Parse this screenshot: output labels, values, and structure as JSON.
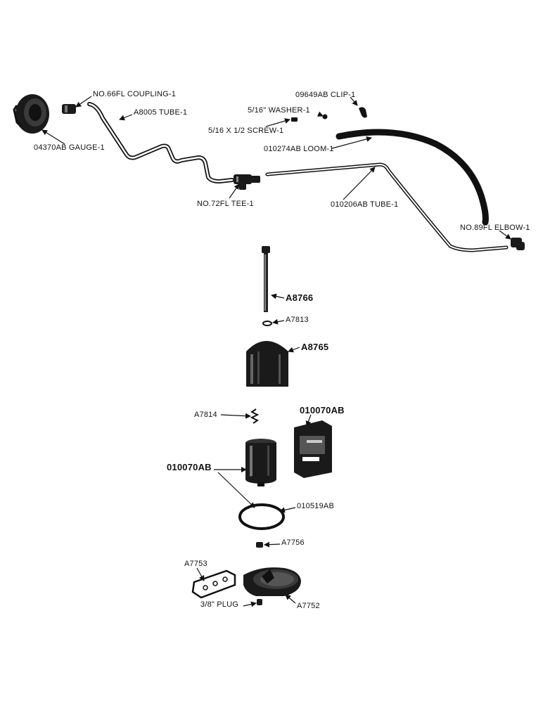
{
  "labels": {
    "coupling": "NO.66FL COUPLING-1",
    "tube_a8005": "A8005 TUBE-1",
    "gauge": "04370AB GAUGE-1",
    "clip": "09649AB CLIP-1",
    "washer": "5/16\" WASHER-1",
    "screw": "5/16 X 1/2 SCREW-1",
    "loom": "010274AB LOOM-1",
    "tee": "NO.72FL TEE-1",
    "tube_010206": "010206AB TUBE-1",
    "elbow": "NO.89FL ELBOW-1",
    "a8766": "A8766",
    "a7813": "A7813",
    "a8765": "A8765",
    "a7814": "A7814",
    "element_box": "010070AB",
    "element": "010070AB",
    "gasket": "010519AB",
    "a7756": "A7756",
    "a7753": "A7753",
    "plug": "3/8\" PLUG",
    "a7752": "A7752"
  }
}
